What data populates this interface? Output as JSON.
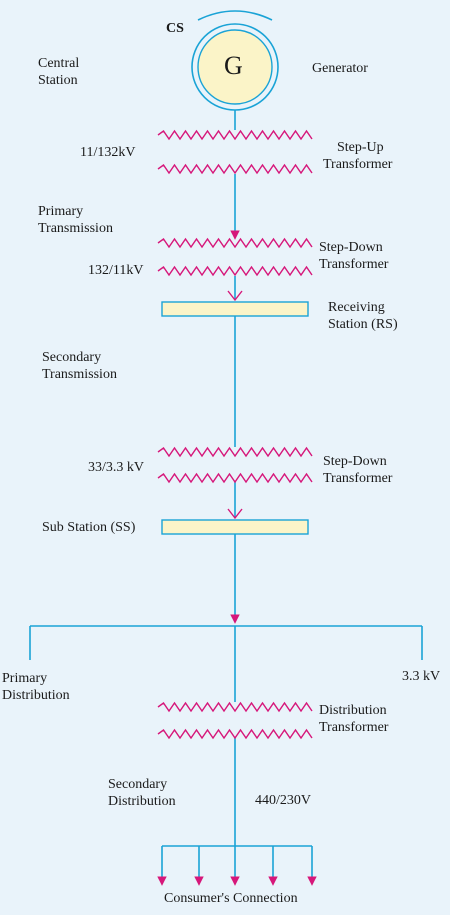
{
  "generator": {
    "symbol": "G",
    "abbrev": "CS",
    "station_label": [
      "Central",
      "Station"
    ],
    "name": "Generator"
  },
  "stages": {
    "step_up": {
      "ratio": "11/132kV",
      "name": [
        "Step-Up",
        "Transformer"
      ]
    },
    "primary_transmission": [
      "Primary",
      "Transmission"
    ],
    "step_down_1": {
      "ratio": "132/11kV",
      "name": [
        "Step-Down",
        "Transformer"
      ]
    },
    "receiving_station": [
      "Receiving",
      "Station (RS)"
    ],
    "secondary_transmission": [
      "Secondary",
      "Transmission"
    ],
    "step_down_2": {
      "ratio": "33/3.3 kV",
      "name": [
        "Step-Down",
        "Transformer"
      ]
    },
    "sub_station": "Sub Station (SS)",
    "primary_distribution": [
      "Primary",
      "Distribution"
    ],
    "primary_distribution_voltage": "3.3 kV",
    "distribution_transformer": [
      "Distribution",
      "Transformer"
    ],
    "secondary_distribution": [
      "Secondary",
      "Distribution"
    ],
    "secondary_voltage": "440/230V",
    "consumer": "Consumer's Connection"
  },
  "colors": {
    "line": "#1aa3d6",
    "coil": "#d6177a",
    "arrow": "#d6177a",
    "box": "#fbf4c8",
    "circle": "#fbf4c8",
    "background": "#e9f3fa"
  }
}
